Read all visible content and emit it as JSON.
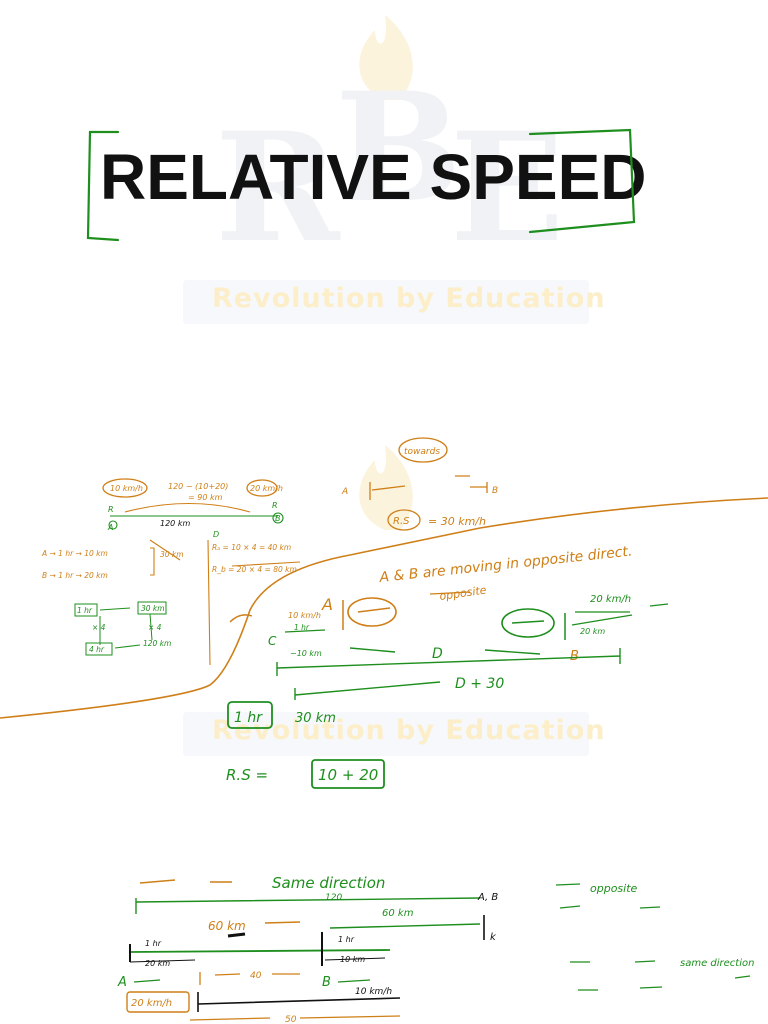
{
  "title": "RELATIVE SPEED",
  "watermark": {
    "letters": [
      "R",
      "B",
      "E"
    ],
    "tagline": "Revolution by Education"
  },
  "colors": {
    "orange_ink": "#cf7f17",
    "green_ink": "#1e8f1e",
    "title_text": "#111111",
    "watermark": "#fbeec9"
  },
  "notes_top_left": {
    "speed_a": "10 km/h",
    "arc": "120 − (10+20)",
    "arc2": "= 90 km",
    "speed_b": "20 km/h",
    "a": "A",
    "b": "B",
    "r": "R",
    "d": "D",
    "dist": "120 km",
    "a_line": "A → 1 hr → 10 km",
    "b_line": "B → 1 hr → 20 km",
    "sum": "30 km",
    "ra": "Rₐ = 10 × 4 = 40 km",
    "rb": "R_b = 20 × 4 = 80 km",
    "hr1": "1 hr",
    "k30": "30 km",
    "x4a": "× 4",
    "x4b": "× 4",
    "hr4": "4 hr",
    "k120": "120 km"
  },
  "notes_center": {
    "towards": "towards",
    "a": "A",
    "b": "B",
    "rs": "R.S",
    "rs_val": "= 30 km/h",
    "sentence": "A & B are moving in opposite direct.",
    "speed10": "10 km/h",
    "a2": "A",
    "opposite": "opposite",
    "speed20": "20 km/h",
    "c": "C",
    "hr": "1 hr",
    "minus10": "−10 km",
    "minus20": "20 km",
    "d": "D",
    "b2": "B",
    "d30": "D + 30",
    "hr_box": "1 hr",
    "k30": "30 km",
    "rs2": "R.S =",
    "sum": "10 + 20"
  },
  "notes_bottom": {
    "same": "Same direction",
    "k120": "120",
    "ab": "A, B",
    "k60": "60 km",
    "k60b": "60 km",
    "k": "k",
    "hr1": "1 hr",
    "hr2": "1 hr",
    "k20": "20 km",
    "k10": "10 km",
    "a": "A",
    "b": "B",
    "k40": "40",
    "speed_a": "20 km/h",
    "speed_b": "10 km/h",
    "k50": "50",
    "opp": "opposite",
    "same2": "same direction"
  }
}
